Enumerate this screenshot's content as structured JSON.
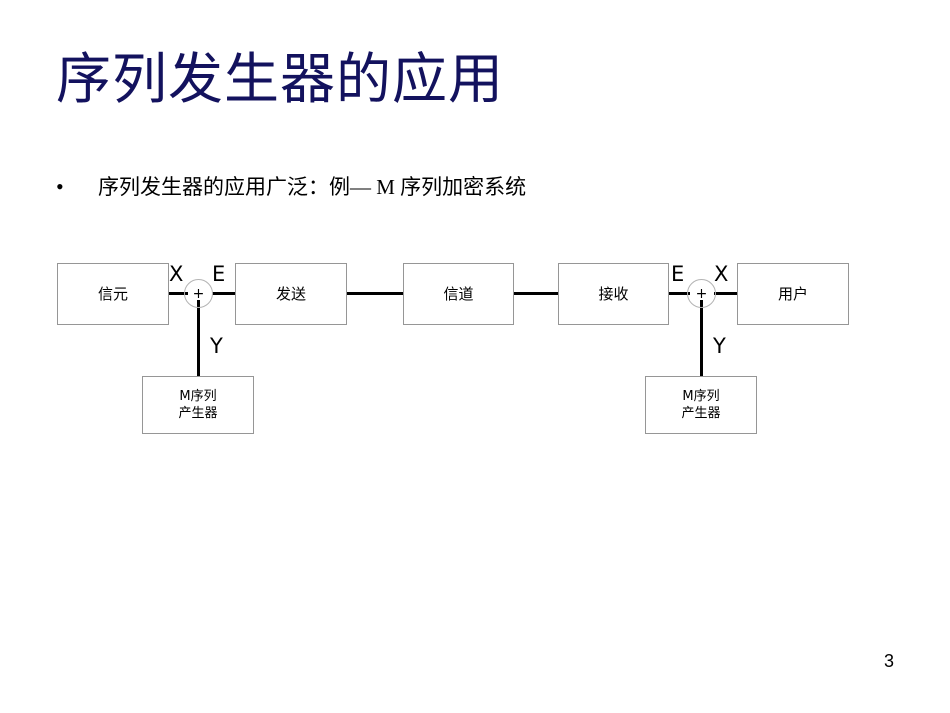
{
  "slide": {
    "title": "序列发生器的应用",
    "title_color": "#13125e",
    "page_number": "3",
    "background_color": "#ffffff"
  },
  "bullet": {
    "marker": "•",
    "text": "序列发生器的应用广泛：例— M 序列加密系统"
  },
  "diagram": {
    "boxes": [
      {
        "id": "source",
        "label": "信元",
        "line1": "信元",
        "line2": ""
      },
      {
        "id": "transmitter",
        "label": "发送",
        "line1": "发送",
        "line2": ""
      },
      {
        "id": "channel",
        "label": "信道",
        "line1": "信道",
        "line2": ""
      },
      {
        "id": "receiver",
        "label": "接收",
        "line1": "接收",
        "line2": ""
      },
      {
        "id": "user",
        "label": "用户",
        "line1": "用户",
        "line2": ""
      },
      {
        "id": "m-gen-left",
        "label": "M序列产生器",
        "line1": "M序列",
        "line2": "产生器"
      },
      {
        "id": "m-gen-right",
        "label": "M序列产生器",
        "line1": "M序列",
        "line2": "产生器"
      }
    ],
    "adders": [
      {
        "id": "adder-left",
        "symbol": "+"
      },
      {
        "id": "adder-right",
        "symbol": "+"
      }
    ],
    "signals": [
      {
        "id": "sig-x-left",
        "label": "X"
      },
      {
        "id": "sig-e-left",
        "label": "E"
      },
      {
        "id": "sig-y-left",
        "label": "Y"
      },
      {
        "id": "sig-e-right",
        "label": "E"
      },
      {
        "id": "sig-x-right",
        "label": "X"
      },
      {
        "id": "sig-y-right",
        "label": "Y"
      }
    ]
  }
}
